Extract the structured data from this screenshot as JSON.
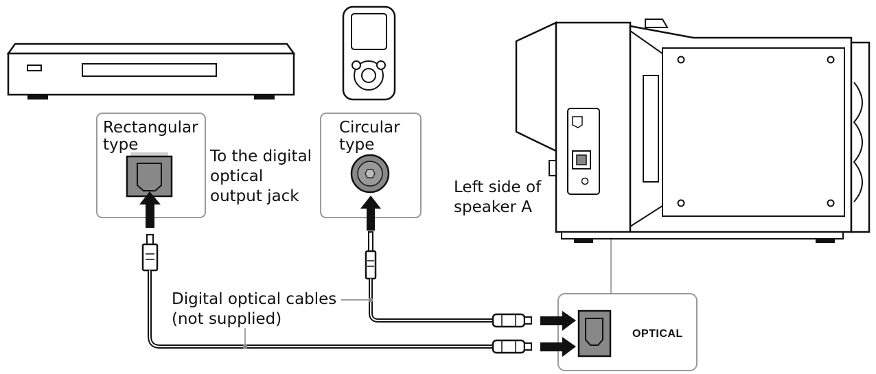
{
  "labels": {
    "rectangular_type": [
      "Rectangular",
      "type"
    ],
    "circular_type": [
      "Circular",
      "type"
    ],
    "to_jack": [
      "To the digital",
      "optical",
      "output jack"
    ],
    "left_side": [
      "Left side of",
      "speaker A"
    ],
    "cables": [
      "Digital optical cables",
      "(not supplied)"
    ],
    "optical_port": "OPTICAL"
  },
  "colors": {
    "line": "#111111",
    "jack_fill": "#888888",
    "box_border": "#9a9a9a"
  }
}
